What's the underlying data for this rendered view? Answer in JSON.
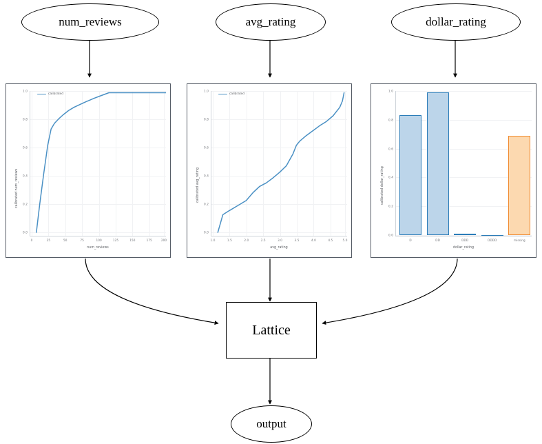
{
  "diagram": {
    "type": "calibrated-lattice-model-graph",
    "input_nodes": [
      {
        "id": "num_reviews",
        "label": "num_reviews"
      },
      {
        "id": "avg_rating",
        "label": "avg_rating"
      },
      {
        "id": "dollar_rating",
        "label": "dollar_rating"
      }
    ],
    "lattice_node": {
      "id": "lattice",
      "label": "Lattice"
    },
    "output_node": {
      "id": "output",
      "label": "output"
    },
    "edges": [
      {
        "from": "num_reviews",
        "to": "calibrator_num_reviews"
      },
      {
        "from": "avg_rating",
        "to": "calibrator_avg_rating"
      },
      {
        "from": "dollar_rating",
        "to": "calibrator_dollar_rating"
      },
      {
        "from": "calibrator_num_reviews",
        "to": "lattice"
      },
      {
        "from": "calibrator_avg_rating",
        "to": "lattice"
      },
      {
        "from": "calibrator_dollar_rating",
        "to": "lattice"
      },
      {
        "from": "lattice",
        "to": "output"
      }
    ],
    "colors": {
      "edge": "#000000",
      "node_border": "#000000",
      "figure_border": "#555c66",
      "line_blue": "#4a90c4",
      "bar_blue_fill": "#bcd5ea",
      "bar_blue_edge": "#2b7cb8",
      "bar_orange_fill": "#fcd9b0",
      "bar_orange_edge": "#f08a2e",
      "grid": "#f1f2f4",
      "tick_text": "#6f7277"
    }
  },
  "chart_data": [
    {
      "id": "calibrator_num_reviews",
      "type": "line",
      "title": "",
      "xlabel": "num_reviews",
      "ylabel": "calibrated num_reviews",
      "legend": [
        "calibrated"
      ],
      "legend_position": "upper left",
      "grid": true,
      "xlim": [
        -5,
        207
      ],
      "ylim": [
        -0.03,
        1.04
      ],
      "xticks": [
        0,
        25,
        50,
        75,
        100,
        125,
        150,
        175,
        200
      ],
      "xticklabels": [
        "0",
        "25",
        "50",
        "75",
        "100",
        "125",
        "150",
        "175",
        "200"
      ],
      "yticks": [
        0.0,
        0.2,
        0.4,
        0.6,
        0.8,
        1.0
      ],
      "yticklabels": [
        "0.0",
        "0.2",
        "0.4",
        "0.6",
        "0.8",
        "1.0"
      ],
      "series": [
        {
          "name": "calibrated",
          "color": "#4a90c4",
          "x": [
            7,
            12,
            18,
            24,
            29,
            34,
            40,
            47,
            55,
            63,
            72,
            82,
            93,
            104,
            115,
            130,
            150,
            175,
            200
          ],
          "y": [
            0.0,
            0.2,
            0.42,
            0.63,
            0.745,
            0.785,
            0.815,
            0.845,
            0.875,
            0.898,
            0.918,
            0.94,
            0.962,
            0.982,
            1.0,
            1.0,
            1.0,
            1.0,
            1.0
          ]
        }
      ]
    },
    {
      "id": "calibrator_avg_rating",
      "type": "line",
      "title": "",
      "xlabel": "avg_rating",
      "ylabel": "calibrated avg_rating",
      "legend": [
        "calibrated"
      ],
      "legend_position": "upper left",
      "grid": true,
      "xlim": [
        0.95,
        5.05
      ],
      "ylim": [
        -0.03,
        1.04
      ],
      "xticks": [
        1.0,
        1.5,
        2.0,
        2.5,
        3.0,
        3.5,
        4.0,
        4.5,
        5.0
      ],
      "xticklabels": [
        "1.0",
        "1.5",
        "2.0",
        "2.5",
        "3.0",
        "3.5",
        "4.0",
        "4.5",
        "5.0"
      ],
      "yticks": [
        0.0,
        0.2,
        0.4,
        0.6,
        0.8,
        1.0
      ],
      "yticklabels": [
        "0.0",
        "0.2",
        "0.4",
        "0.6",
        "0.8",
        "1.0"
      ],
      "series": [
        {
          "name": "calibrated",
          "color": "#4a90c4",
          "x": [
            1.15,
            1.3,
            1.5,
            1.75,
            2.0,
            2.2,
            2.4,
            2.6,
            2.8,
            3.0,
            3.2,
            3.4,
            3.5,
            3.6,
            3.8,
            4.0,
            4.2,
            4.4,
            4.6,
            4.8,
            4.88,
            4.93
          ],
          "y": [
            0.0,
            0.125,
            0.155,
            0.19,
            0.225,
            0.28,
            0.325,
            0.35,
            0.385,
            0.425,
            0.47,
            0.555,
            0.615,
            0.645,
            0.685,
            0.72,
            0.755,
            0.785,
            0.825,
            0.885,
            0.93,
            1.0
          ]
        }
      ]
    },
    {
      "id": "calibrator_dollar_rating",
      "type": "bar",
      "title": "",
      "xlabel": "dollar_rating",
      "ylabel": "calibrated dollar_rating",
      "grid": true,
      "ylim": [
        -0.01,
        1.04
      ],
      "yticks": [
        0.0,
        0.2,
        0.4,
        0.6,
        0.8,
        1.0
      ],
      "yticklabels": [
        "0.0",
        "0.2",
        "0.4",
        "0.6",
        "0.8",
        "1.0"
      ],
      "categories": [
        "D",
        "DD",
        "DDD",
        "DDDD",
        "missing"
      ],
      "values": [
        0.832,
        0.99,
        0.01,
        0.001,
        0.69
      ],
      "bar_colors": [
        "blue",
        "blue",
        "blue",
        "blue",
        "orange"
      ]
    }
  ]
}
